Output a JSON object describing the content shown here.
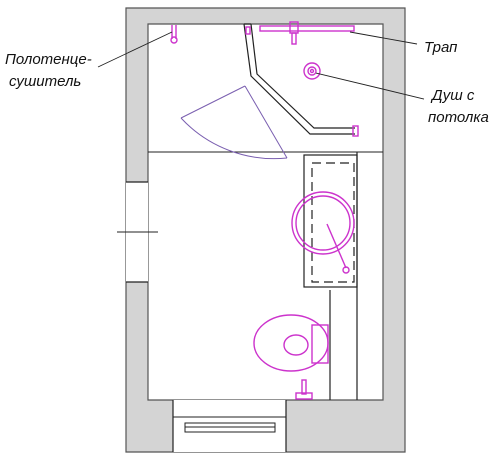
{
  "colors": {
    "wall": "#d4d4d4",
    "wall_outline": "#555555",
    "floor": "#ffffff",
    "fixture": "#cc33cc",
    "door": "#7a5fb0",
    "line": "#222222"
  },
  "labels": {
    "towel_dryer": [
      "Полотенце-",
      "сушитель"
    ],
    "drain": "Трап",
    "ceiling_shower": [
      "Душ с",
      "потолка"
    ]
  }
}
